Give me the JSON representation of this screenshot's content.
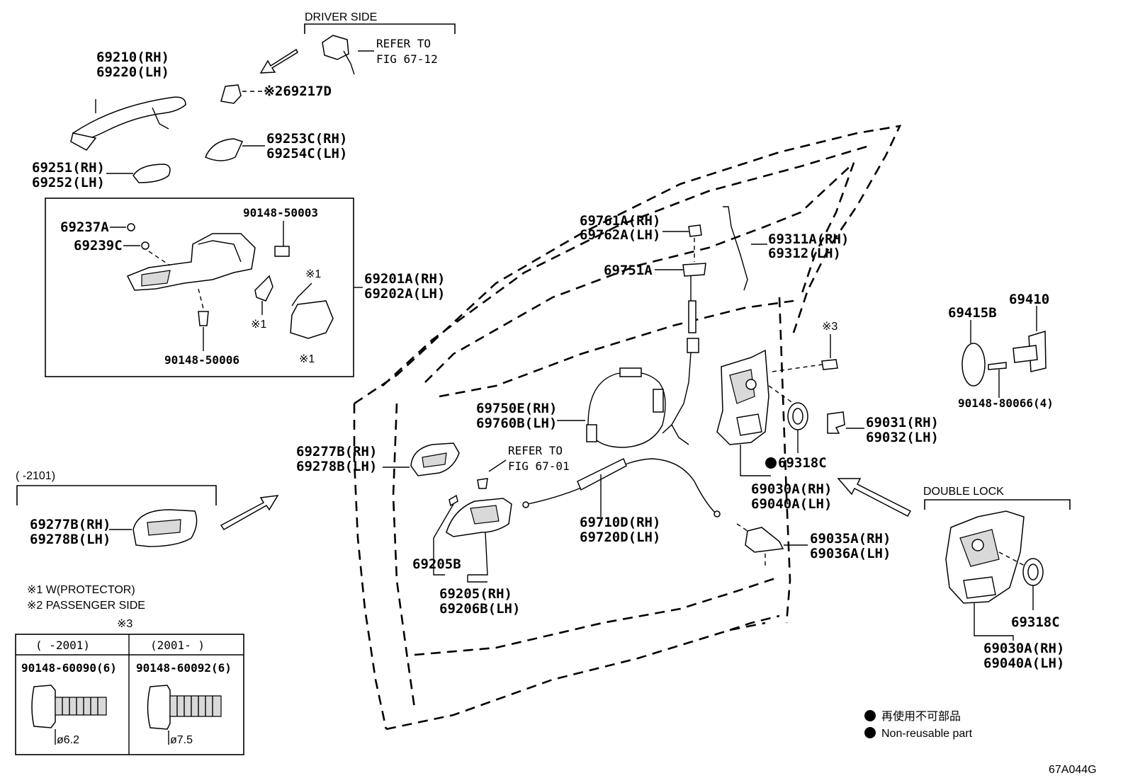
{
  "diagram": {
    "figure_code": "67A044G",
    "group_labels": {
      "driver_side": "DRIVER SIDE",
      "double_lock": "DOUBLE LOCK",
      "date_range_handle": "(    -2101)"
    },
    "references": {
      "refer_to": "REFER TO",
      "fig_67_12": "FIG 67-12",
      "fig_67_01": "FIG 67-01"
    },
    "callouts": [
      {
        "id": "c1",
        "lines": [
          "69210(RH)",
          "69220(LH)"
        ]
      },
      {
        "id": "c2",
        "lines": [
          "※269217D"
        ]
      },
      {
        "id": "c3",
        "lines": [
          "69253C(RH)",
          "69254C(LH)"
        ]
      },
      {
        "id": "c4",
        "lines": [
          "69251(RH)",
          "69252(LH)"
        ]
      },
      {
        "id": "c5",
        "lines": [
          "69237A"
        ]
      },
      {
        "id": "c6",
        "lines": [
          "69239C"
        ]
      },
      {
        "id": "c7",
        "lines": [
          "90148-50003"
        ]
      },
      {
        "id": "c8",
        "lines": [
          "69201A(RH)",
          "69202A(LH)"
        ]
      },
      {
        "id": "c9",
        "lines": [
          "90148-50006"
        ]
      },
      {
        "id": "c10",
        "lines": [
          "69761A(RH)",
          "69762A(LH)"
        ]
      },
      {
        "id": "c11",
        "lines": [
          "69751A"
        ]
      },
      {
        "id": "c12",
        "lines": [
          "69311A(RH)",
          "69312(LH)"
        ]
      },
      {
        "id": "c13",
        "lines": [
          "69750E(RH)",
          "69760B(LH)"
        ]
      },
      {
        "id": "c14",
        "lines": [
          "69277B(RH)",
          "69278B(LH)"
        ]
      },
      {
        "id": "c15",
        "lines": [
          "69277B(RH)",
          "69278B(LH)"
        ]
      },
      {
        "id": "c16",
        "lines": [
          "69205B"
        ]
      },
      {
        "id": "c17",
        "lines": [
          "69205(RH)",
          "69206B(LH)"
        ]
      },
      {
        "id": "c18",
        "lines": [
          "69710D(RH)",
          "69720D(LH)"
        ]
      },
      {
        "id": "c19",
        "lines": [
          "69318C"
        ]
      },
      {
        "id": "c20",
        "lines": [
          "69030A(RH)",
          "69040A(LH)"
        ]
      },
      {
        "id": "c21",
        "lines": [
          "69031(RH)",
          "69032(LH)"
        ]
      },
      {
        "id": "c22",
        "lines": [
          "69035A(RH)",
          "69036A(LH)"
        ]
      },
      {
        "id": "c23",
        "lines": [
          "69415B"
        ]
      },
      {
        "id": "c24",
        "lines": [
          "69410"
        ]
      },
      {
        "id": "c25",
        "lines": [
          "90148-80066(4)"
        ]
      },
      {
        "id": "c26",
        "lines": [
          "69318C"
        ]
      },
      {
        "id": "c27",
        "lines": [
          "69030A(RH)",
          "69040A(LH)"
        ]
      }
    ],
    "marks": {
      "m1": "※1",
      "m3": "※3"
    },
    "notes": {
      "note1": "※1 W(PROTECTOR)",
      "note2": "※2 PASSENGER SIDE",
      "table_mark": "※3"
    },
    "bolt_table": {
      "col1": {
        "range": "(      -2001)",
        "part": "90148-60090(6)",
        "dia": "ø6.2"
      },
      "col2": {
        "range": "(2001-      )",
        "part": "90148-60092(6)",
        "dia": "ø7.5"
      }
    },
    "legend": {
      "line1": "再使用不可部品",
      "line2": "Non-reusable part"
    }
  }
}
